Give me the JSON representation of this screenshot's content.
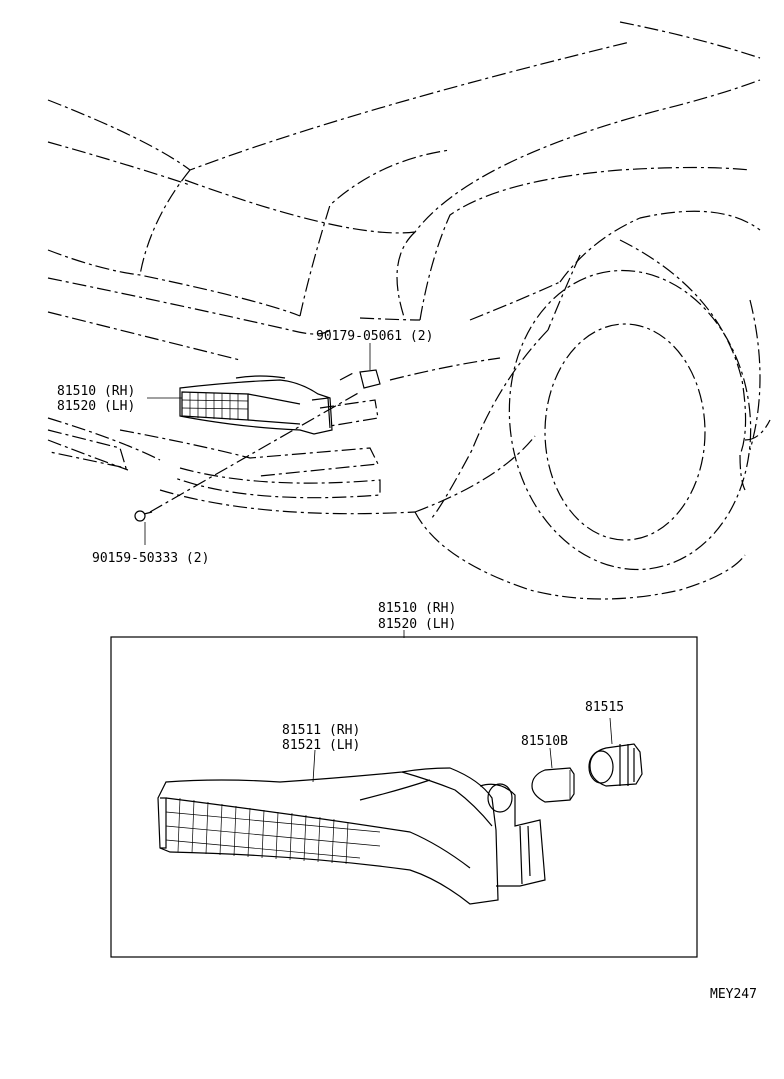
{
  "diagram_code": "MEY247",
  "top_view": {
    "lamp_assy_label": [
      "81510 (RH)",
      "81520 (LH)"
    ],
    "clip_label": "90179-05061 (2)",
    "screw_label": "90159-50333 (2)"
  },
  "detail_box": {
    "header_label": [
      "81510 (RH)",
      "81520 (LH)"
    ],
    "lens_label": [
      "81511 (RH)",
      "81521 (LH)"
    ],
    "bulb_label": "81510B",
    "socket_label": "81515"
  }
}
